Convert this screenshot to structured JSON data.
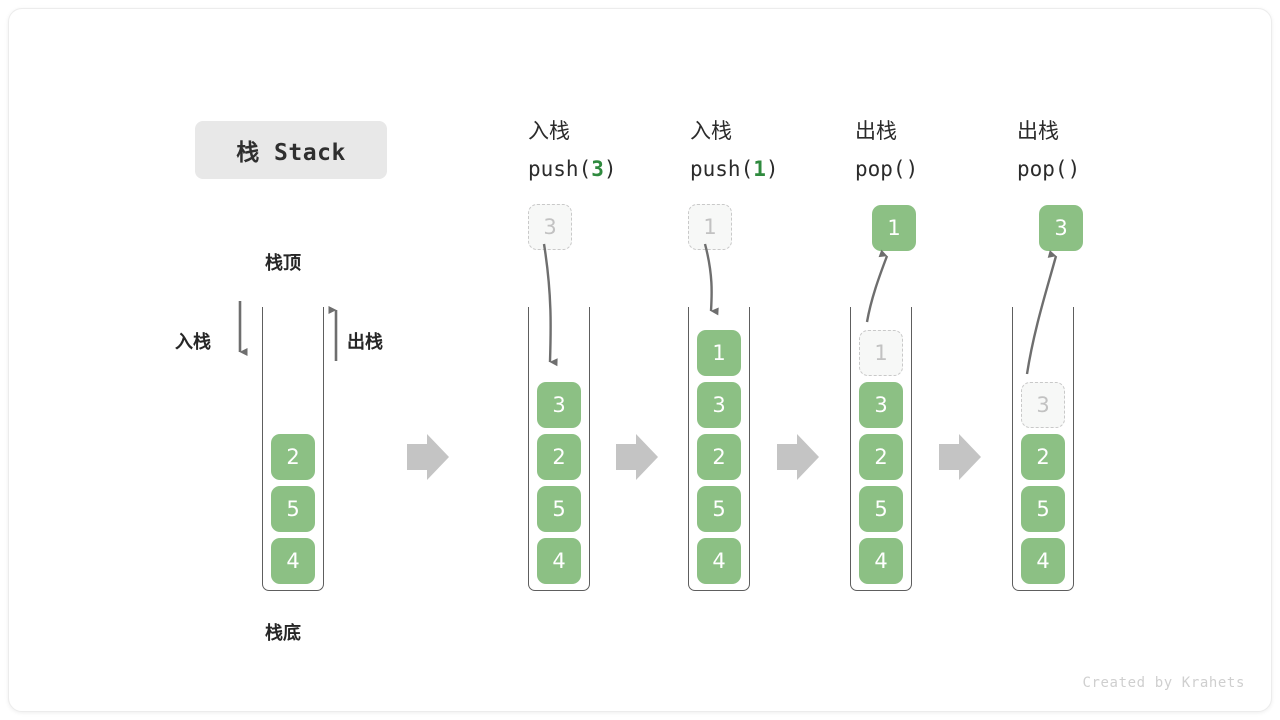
{
  "title": {
    "text": "栈 Stack"
  },
  "footer": {
    "text": "Created by Krahets"
  },
  "colors": {
    "cell_fill": "#8cc084",
    "cell_text": "#ffffff",
    "ghost_fill": "#f7f8f7",
    "ghost_border": "#c9c9c9",
    "ghost_text": "#c2c2c2",
    "highlight_number": "#2f8a3e",
    "arrow_gray": "#6e6e6e",
    "step_arrow": "#c4c4c4",
    "container_border": "#5e5e5e",
    "badge_bg": "#e8e8e8"
  },
  "base_stack": {
    "top_label": "栈顶",
    "bottom_label": "栈底",
    "push_label": "入栈",
    "pop_label": "出栈",
    "cells": [
      "2",
      "5",
      "4"
    ]
  },
  "steps": [
    {
      "id": "push-3",
      "op_cjk": "入栈",
      "op_code_prefix": "push(",
      "op_code_arg": "3",
      "op_code_suffix": ")",
      "floating_cell": {
        "value": "3",
        "style": "ghost"
      },
      "cells": [
        "3",
        "2",
        "5",
        "4"
      ],
      "ghost_index": -1
    },
    {
      "id": "push-1",
      "op_cjk": "入栈",
      "op_code_prefix": "push(",
      "op_code_arg": "1",
      "op_code_suffix": ")",
      "floating_cell": {
        "value": "1",
        "style": "ghost"
      },
      "cells": [
        "1",
        "3",
        "2",
        "5",
        "4"
      ],
      "ghost_index": -1
    },
    {
      "id": "pop-1",
      "op_cjk": "出栈",
      "op_code_prefix": "pop(",
      "op_code_arg": "",
      "op_code_suffix": ")",
      "floating_cell": {
        "value": "1",
        "style": "solid"
      },
      "cells": [
        "1",
        "3",
        "2",
        "5",
        "4"
      ],
      "ghost_index": 0
    },
    {
      "id": "pop-3",
      "op_cjk": "出栈",
      "op_code_prefix": "pop(",
      "op_code_arg": "",
      "op_code_suffix": ")",
      "floating_cell": {
        "value": "3",
        "style": "solid"
      },
      "cells": [
        "3",
        "2",
        "5",
        "4"
      ],
      "ghost_index": 0
    }
  ],
  "step_arrows": {
    "glyph": "arrow-right",
    "count": 4
  }
}
